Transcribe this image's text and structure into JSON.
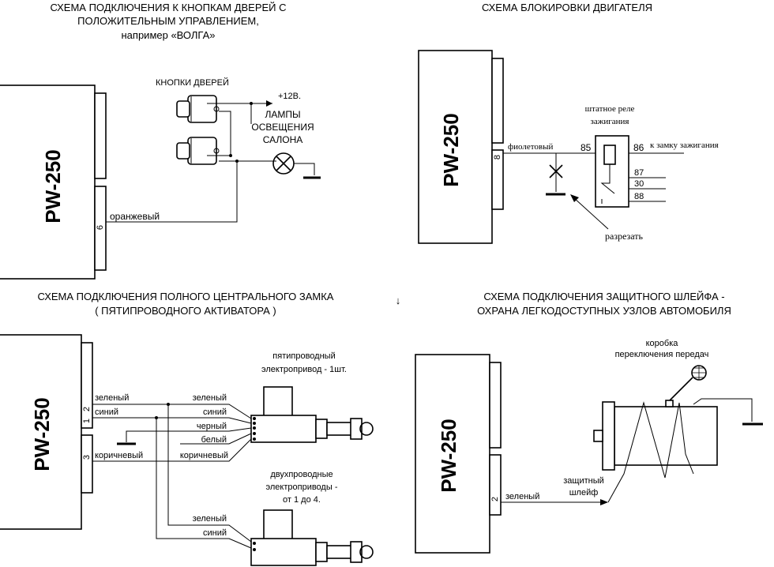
{
  "colors": {
    "ink": "#000000",
    "paper": "#ffffff"
  },
  "device_label": "PW-250",
  "diagram1": {
    "title_lines": [
      "СХЕМА ПОДКЛЮЧЕНИЯ К КНОПКАМ ДВЕРЕЙ С",
      "ПОЛОЖИТЕЛЬНЫМ УПРАВЛЕНИЕМ,",
      "например «ВОЛГА»"
    ],
    "buttons_label": "КНОПКИ ДВЕРЕЙ",
    "power_label": "+12В.",
    "lamp_label_lines": [
      "ЛАМПЫ",
      "ОСВЕЩЕНИЯ",
      "САЛОНА"
    ],
    "pin": "6",
    "wire_label": "оранжевый"
  },
  "diagram2": {
    "title": "СХЕМА   БЛОКИРОВКИ   ДВИГАТЕЛЯ",
    "relay_label_lines": [
      "штатное реле",
      "зажигания"
    ],
    "pin": "8",
    "wire_label": "фиолетовый",
    "terminal_85": "85",
    "terminal_86": "86",
    "terminal_87": "87",
    "terminal_30": "30",
    "terminal_88": "88",
    "ignition_label": "к  замку  зажигания",
    "cut_label": "разрезать"
  },
  "diagram3": {
    "title_lines": [
      "СХЕМА   ПОДКЛЮЧЕНИЯ   ПОЛНОГО  ЦЕНТРАЛЬНОГО  ЗАМКА",
      "( ПЯТИПРОВОДНОГО   АКТИВАТОРА )"
    ],
    "pins": [
      "1",
      "2",
      "3"
    ],
    "left_wires": [
      "зеленый",
      "синий",
      "коричневый"
    ],
    "five_wire_label_lines": [
      "пятипроводный",
      "электропривод - 1шт."
    ],
    "five_wire_colors": [
      "зеленый",
      "синий",
      "черный",
      "белый",
      "коричневый"
    ],
    "two_wire_label_lines": [
      "двухпроводные",
      "электроприводы -",
      "от 1 до 4."
    ],
    "two_wire_colors": [
      "зеленый",
      "синий"
    ]
  },
  "arrow_glyph": "↓",
  "diagram4": {
    "title_lines": [
      "СХЕМА   ПОДКЛЮЧЕНИЯ   ЗАЩИТНОГО  ШЛЕЙФА -",
      "ОХРАНА  ЛЕГКОДОСТУПНЫХ  УЗЛОВ  АВТОМОБИЛЯ"
    ],
    "gearbox_label_lines": [
      "коробка",
      "переключения передач"
    ],
    "pin": "2",
    "wire_label": "зеленый",
    "loop_label_lines": [
      "защитный",
      "шлейф"
    ]
  }
}
